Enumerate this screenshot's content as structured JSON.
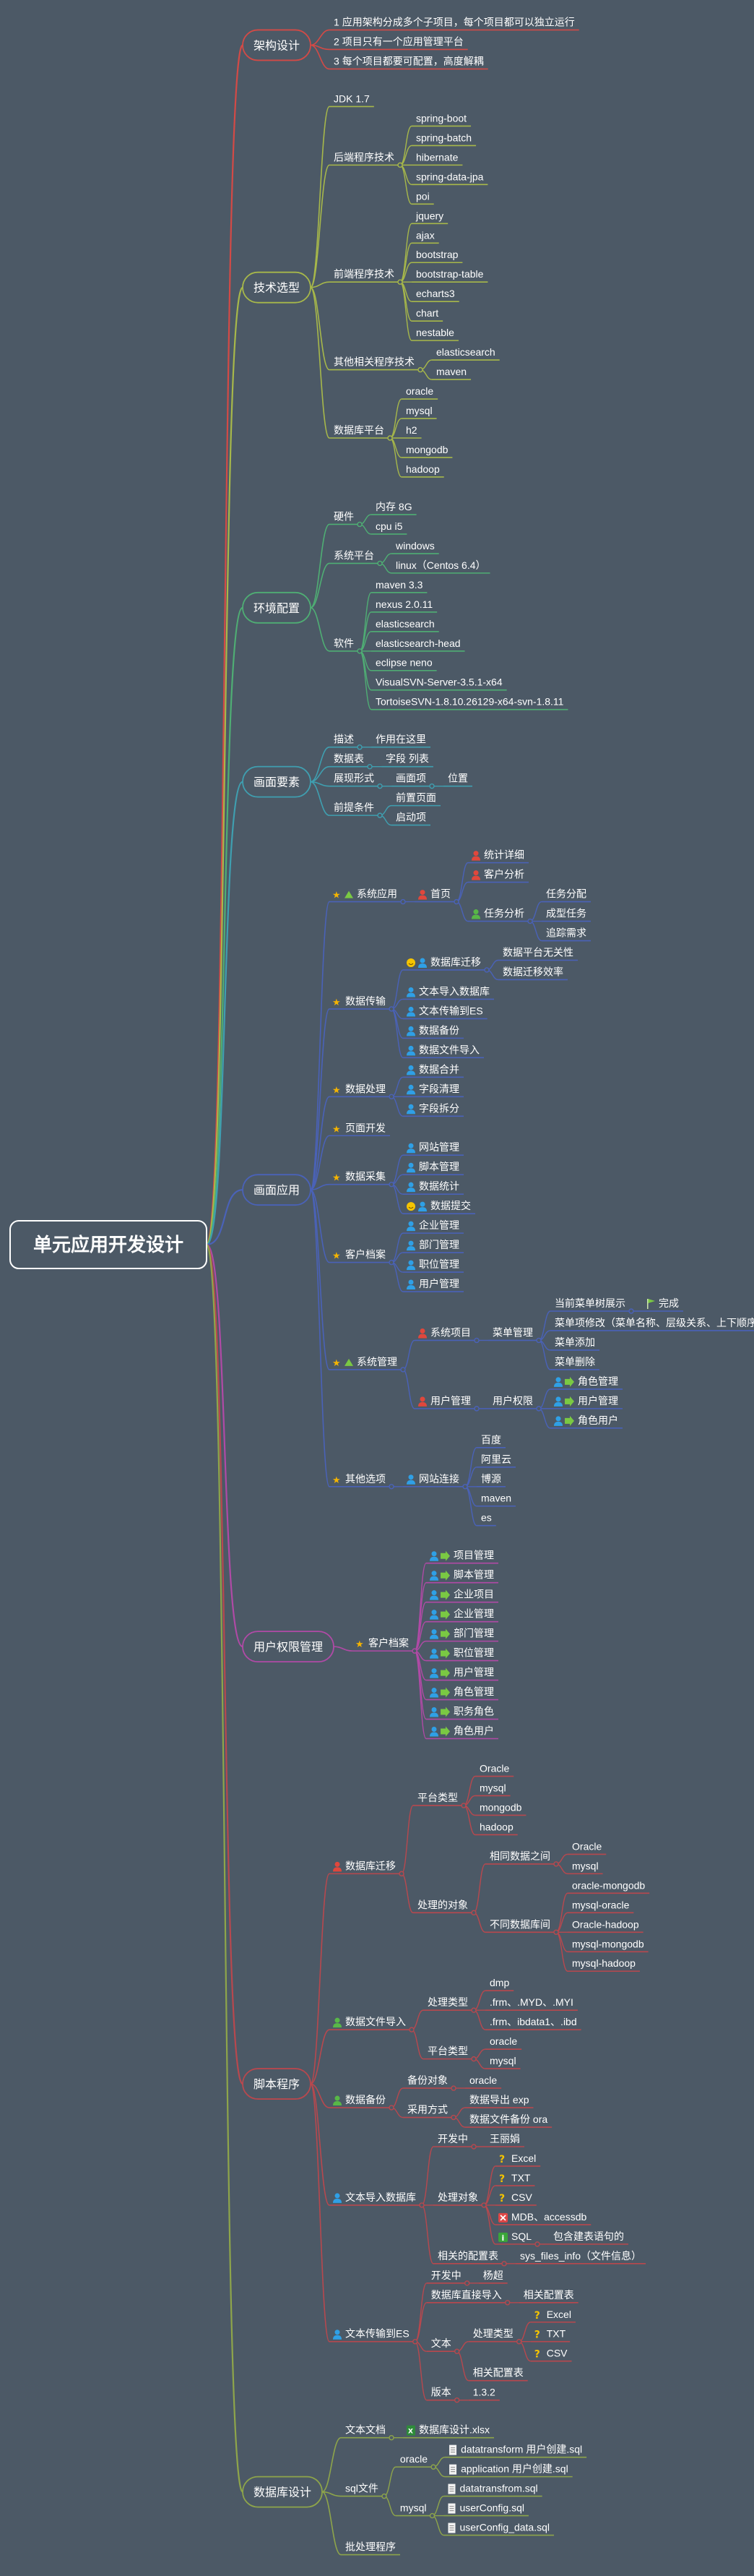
{
  "root": "单元应用开发设计",
  "branches": [
    {
      "label": "架构设计",
      "color": "#d34a46",
      "children": [
        {
          "label": "1 应用架构分成多个子项目，每个项目都可以独立运行"
        },
        {
          "label": "2 项目只有一个应用管理平台"
        },
        {
          "label": "3 每个项目都要可配置，高度解耦"
        }
      ]
    },
    {
      "label": "技术选型",
      "color": "#a7b84a",
      "children": [
        {
          "label": "JDK 1.7"
        },
        {
          "label": "后端程序技术",
          "children": [
            {
              "label": "spring-boot"
            },
            {
              "label": "spring-batch"
            },
            {
              "label": "hibernate"
            },
            {
              "label": "spring-data-jpa"
            },
            {
              "label": "poi"
            }
          ]
        },
        {
          "label": "前端程序技术",
          "children": [
            {
              "label": "jquery"
            },
            {
              "label": "ajax"
            },
            {
              "label": "bootstrap"
            },
            {
              "label": "bootstrap-table"
            },
            {
              "label": "echarts3"
            },
            {
              "label": "chart"
            },
            {
              "label": "nestable"
            }
          ]
        },
        {
          "label": "其他相关程序技术",
          "children": [
            {
              "label": "elasticsearch"
            },
            {
              "label": "maven"
            }
          ]
        },
        {
          "label": "数据库平台",
          "children": [
            {
              "label": "oracle"
            },
            {
              "label": "mysql"
            },
            {
              "label": "h2"
            },
            {
              "label": "mongodb"
            },
            {
              "label": "hadoop"
            }
          ]
        }
      ]
    },
    {
      "label": "环境配置",
      "color": "#4fae74",
      "children": [
        {
          "label": "硬件",
          "children": [
            {
              "label": "内存 8G"
            },
            {
              "label": "cpu i5"
            }
          ]
        },
        {
          "label": "系统平台",
          "children": [
            {
              "label": "windows"
            },
            {
              "label": "linux（Centos 6.4）"
            }
          ]
        },
        {
          "label": "软件",
          "children": [
            {
              "label": "maven 3.3"
            },
            {
              "label": "nexus 2.0.11"
            },
            {
              "label": "elasticsearch"
            },
            {
              "label": "elasticsearch-head"
            },
            {
              "label": "eclipse neno"
            },
            {
              "label": "VisualSVN-Server-3.5.1-x64"
            },
            {
              "label": "TortoiseSVN-1.8.10.26129-x64-svn-1.8.11"
            }
          ]
        }
      ]
    },
    {
      "label": "画面要素",
      "color": "#3f9fb0",
      "children": [
        {
          "label": "描述",
          "children": [
            {
              "label": "作用在这里"
            }
          ]
        },
        {
          "label": "数据表",
          "children": [
            {
              "label": "字段 列表"
            }
          ]
        },
        {
          "label": "展现形式",
          "children": [
            {
              "label": "画面项",
              "children": [
                {
                  "label": "位置"
                }
              ]
            }
          ]
        },
        {
          "label": "前提条件",
          "children": [
            {
              "label": "前置页面"
            },
            {
              "label": "启动项"
            }
          ]
        }
      ]
    },
    {
      "label": "画面应用",
      "color": "#4a62b8",
      "children": [
        {
          "label": "系统应用",
          "icons": [
            "star",
            "up"
          ],
          "children": [
            {
              "label": "首页",
              "icons": [
                "person-red"
              ],
              "children": [
                {
                  "label": "统计详细",
                  "icons": [
                    "person-red"
                  ]
                },
                {
                  "label": "客户分析",
                  "icons": [
                    "person-red"
                  ]
                },
                {
                  "label": "任务分析",
                  "icons": [
                    "person-green"
                  ],
                  "children": [
                    {
                      "label": "任务分配"
                    },
                    {
                      "label": "成型任务"
                    },
                    {
                      "label": "追踪需求"
                    }
                  ]
                }
              ]
            }
          ]
        },
        {
          "label": "数据传输",
          "icons": [
            "star"
          ],
          "children": [
            {
              "label": "数据库迁移",
              "icons": [
                "smile",
                "person-blue"
              ],
              "children": [
                {
                  "label": "数据平台无关性"
                },
                {
                  "label": "数据迁移效率"
                }
              ]
            },
            {
              "label": "文本导入数据库",
              "icons": [
                "person-blue"
              ]
            },
            {
              "label": "文本传输到ES",
              "icons": [
                "person-blue"
              ]
            },
            {
              "label": "数据备份",
              "icons": [
                "person-blue"
              ]
            },
            {
              "label": "数据文件导入",
              "icons": [
                "person-blue"
              ]
            }
          ]
        },
        {
          "label": "数据处理",
          "icons": [
            "star"
          ],
          "children": [
            {
              "label": "数据合并",
              "icons": [
                "person-blue"
              ]
            },
            {
              "label": "字段清理",
              "icons": [
                "person-blue"
              ]
            },
            {
              "label": "字段拆分",
              "icons": [
                "person-blue"
              ]
            }
          ]
        },
        {
          "label": "页面开发",
          "icons": [
            "star"
          ]
        },
        {
          "label": "数据采集",
          "icons": [
            "star"
          ],
          "children": [
            {
              "label": "网站管理",
              "icons": [
                "person-blue"
              ]
            },
            {
              "label": "脚本管理",
              "icons": [
                "person-blue"
              ]
            },
            {
              "label": "数据统计",
              "icons": [
                "person-blue"
              ]
            },
            {
              "label": "数据提交",
              "icons": [
                "smile",
                "person-blue"
              ]
            }
          ]
        },
        {
          "label": "客户档案",
          "icons": [
            "star"
          ],
          "children": [
            {
              "label": "企业管理",
              "icons": [
                "person-blue"
              ]
            },
            {
              "label": "部门管理",
              "icons": [
                "person-blue"
              ]
            },
            {
              "label": "职位管理",
              "icons": [
                "person-blue"
              ]
            },
            {
              "label": "用户管理",
              "icons": [
                "person-blue"
              ]
            }
          ]
        },
        {
          "label": "系统管理",
          "icons": [
            "star",
            "up"
          ],
          "children": [
            {
              "label": "系统项目",
              "icons": [
                "person-red"
              ],
              "children": [
                {
                  "label": "菜单管理",
                  "children": [
                    {
                      "label": "当前菜单树展示",
                      "children": [
                        {
                          "label": "完成",
                          "icons": [
                            "flag"
                          ]
                        }
                      ]
                    },
                    {
                      "label": "菜单项修改（菜单名称、层级关系、上下顺序）"
                    },
                    {
                      "label": "菜单添加"
                    },
                    {
                      "label": "菜单删除"
                    }
                  ]
                }
              ]
            },
            {
              "label": "用户管理",
              "icons": [
                "person-red"
              ],
              "children": [
                {
                  "label": "用户权限",
                  "children": [
                    {
                      "label": "角色管理",
                      "icons": [
                        "person-blue",
                        "arrow"
                      ]
                    },
                    {
                      "label": "用户管理",
                      "icons": [
                        "person-blue",
                        "arrow"
                      ]
                    },
                    {
                      "label": "角色用户",
                      "icons": [
                        "person-blue",
                        "arrow"
                      ]
                    }
                  ]
                }
              ]
            }
          ]
        },
        {
          "label": "其他选项",
          "icons": [
            "star"
          ],
          "children": [
            {
              "label": "网站连接",
              "icons": [
                "person-blue"
              ],
              "children": [
                {
                  "label": "百度"
                },
                {
                  "label": "阿里云"
                },
                {
                  "label": "博源"
                },
                {
                  "label": "maven"
                },
                {
                  "label": "es"
                }
              ]
            }
          ]
        }
      ]
    },
    {
      "label": "用户权限管理",
      "color": "#b04aa6",
      "children": [
        {
          "label": "客户档案",
          "icons": [
            "star"
          ],
          "children": [
            {
              "label": "项目管理",
              "icons": [
                "person-blue",
                "arrow"
              ]
            },
            {
              "label": "脚本管理",
              "icons": [
                "person-blue",
                "arrow"
              ]
            },
            {
              "label": "企业项目",
              "icons": [
                "person-blue",
                "arrow"
              ]
            },
            {
              "label": "企业管理",
              "icons": [
                "person-blue",
                "arrow"
              ]
            },
            {
              "label": "部门管理",
              "icons": [
                "person-blue",
                "arrow"
              ]
            },
            {
              "label": "职位管理",
              "icons": [
                "person-blue",
                "arrow"
              ]
            },
            {
              "label": "用户管理",
              "icons": [
                "person-blue",
                "arrow"
              ]
            },
            {
              "label": "角色管理",
              "icons": [
                "person-blue",
                "arrow"
              ]
            },
            {
              "label": "职务角色",
              "icons": [
                "person-blue",
                "arrow"
              ]
            },
            {
              "label": "角色用户",
              "icons": [
                "person-blue",
                "arrow"
              ]
            }
          ]
        }
      ]
    },
    {
      "label": "脚本程序",
      "color": "#b8484e",
      "children": [
        {
          "label": "数据库迁移",
          "icons": [
            "person-red"
          ],
          "children": [
            {
              "label": "平台类型",
              "children": [
                {
                  "label": "Oracle"
                },
                {
                  "label": "mysql"
                },
                {
                  "label": "mongodb"
                },
                {
                  "label": "hadoop"
                }
              ]
            },
            {
              "label": "处理的对象",
              "children": [
                {
                  "label": "相同数据之间",
                  "children": [
                    {
                      "label": "Oracle"
                    },
                    {
                      "label": "mysql"
                    }
                  ]
                },
                {
                  "label": "不同数据库间",
                  "children": [
                    {
                      "label": "oracle-mongodb"
                    },
                    {
                      "label": "mysql-oracle"
                    },
                    {
                      "label": "Oracle-hadoop"
                    },
                    {
                      "label": "mysql-mongodb"
                    },
                    {
                      "label": "mysql-hadoop"
                    }
                  ]
                }
              ]
            }
          ]
        },
        {
          "label": "数据文件导入",
          "icons": [
            "person-green"
          ],
          "children": [
            {
              "label": "处理类型",
              "children": [
                {
                  "label": "dmp"
                },
                {
                  "label": ".frm、.MYD、.MYI"
                },
                {
                  "label": ".frm、ibdata1、.ibd"
                }
              ]
            },
            {
              "label": "平台类型",
              "children": [
                {
                  "label": "oracle"
                },
                {
                  "label": "mysql"
                }
              ]
            }
          ]
        },
        {
          "label": "数据备份",
          "icons": [
            "person-green"
          ],
          "children": [
            {
              "label": "备份对象",
              "children": [
                {
                  "label": "oracle"
                }
              ]
            },
            {
              "label": "采用方式",
              "children": [
                {
                  "label": "数据导出 exp"
                },
                {
                  "label": "数据文件备份 ora"
                }
              ]
            }
          ]
        },
        {
          "label": "文本导入数据库",
          "icons": [
            "person-blue"
          ],
          "children": [
            {
              "label": "开发中",
              "children": [
                {
                  "label": "王丽娟"
                }
              ]
            },
            {
              "label": "处理对象",
              "children": [
                {
                  "label": "Excel",
                  "icons": [
                    "question"
                  ]
                },
                {
                  "label": "TXT",
                  "icons": [
                    "question"
                  ]
                },
                {
                  "label": "CSV",
                  "icons": [
                    "question"
                  ]
                },
                {
                  "label": "MDB、accessdb",
                  "icons": [
                    "cross"
                  ]
                },
                {
                  "label": "SQL",
                  "icons": [
                    "info"
                  ],
                  "children": [
                    {
                      "label": "包含建表语句的"
                    }
                  ]
                }
              ]
            },
            {
              "label": "相关的配置表",
              "children": [
                {
                  "label": "sys_files_info（文件信息）"
                }
              ]
            }
          ]
        },
        {
          "label": "文本传输到ES",
          "icons": [
            "person-blue"
          ],
          "children": [
            {
              "label": "开发中",
              "children": [
                {
                  "label": "杨超"
                }
              ]
            },
            {
              "label": "数据库直接导入",
              "children": [
                {
                  "label": "相关配置表"
                }
              ]
            },
            {
              "label": "文本",
              "children": [
                {
                  "label": "处理类型",
                  "children": [
                    {
                      "label": "Excel",
                      "icons": [
                        "question"
                      ]
                    },
                    {
                      "label": "TXT",
                      "icons": [
                        "question"
                      ]
                    },
                    {
                      "label": "CSV",
                      "icons": [
                        "question"
                      ]
                    }
                  ]
                },
                {
                  "label": "相关配置表"
                }
              ]
            },
            {
              "label": "版本",
              "children": [
                {
                  "label": "1.3.2"
                }
              ]
            }
          ]
        }
      ]
    },
    {
      "label": "数据库设计",
      "color": "#8ea54a",
      "children": [
        {
          "label": "文本文档",
          "children": [
            {
              "label": "数据库设计.xlsx",
              "icons": [
                "excel"
              ]
            }
          ]
        },
        {
          "label": "sql文件",
          "children": [
            {
              "label": "oracle",
              "children": [
                {
                  "label": "datatransform 用户创建.sql",
                  "icons": [
                    "doc"
                  ]
                },
                {
                  "label": "application 用户创建.sql",
                  "icons": [
                    "doc"
                  ]
                }
              ]
            },
            {
              "label": "mysql",
              "children": [
                {
                  "label": "datatransfrom.sql",
                  "icons": [
                    "doc"
                  ]
                },
                {
                  "label": "userConfig.sql",
                  "icons": [
                    "doc"
                  ]
                },
                {
                  "label": "userConfig_data.sql",
                  "icons": [
                    "doc"
                  ]
                }
              ]
            }
          ]
        },
        {
          "label": "批处理程序"
        }
      ]
    }
  ]
}
